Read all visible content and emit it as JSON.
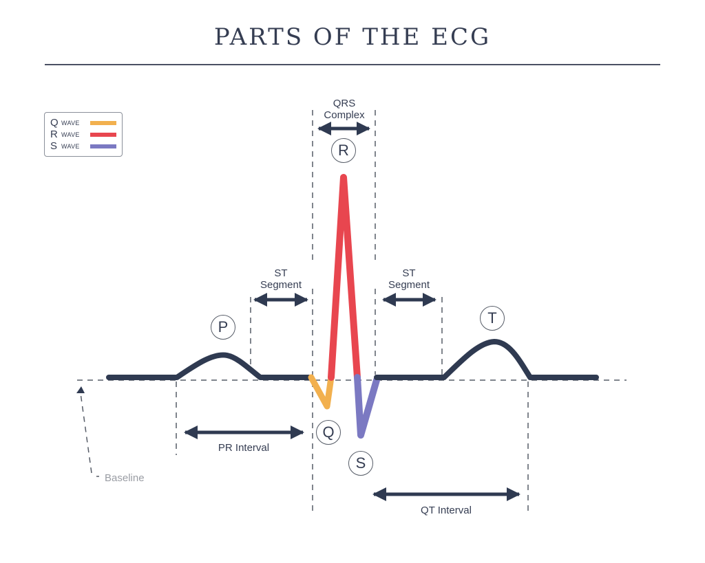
{
  "title": "PARTS OF THE ECG",
  "legend": {
    "items": [
      {
        "letter": "Q",
        "word": "WAVE",
        "color": "#f2b04e"
      },
      {
        "letter": "R",
        "word": "WAVE",
        "color": "#e8464f"
      },
      {
        "letter": "S",
        "word": "WAVE",
        "color": "#7b79c2"
      }
    ]
  },
  "labels": {
    "qrs_complex_line1": "QRS",
    "qrs_complex_line2": "Complex",
    "st_segment_left_line1": "ST",
    "st_segment_left_line2": "Segment",
    "st_segment_right_line1": "ST",
    "st_segment_right_line2": "Segment",
    "pr_interval": "PR Interval",
    "qt_interval": "QT Interval",
    "baseline": "Baseline"
  },
  "waves": {
    "p": "P",
    "q": "Q",
    "r": "R",
    "s": "S",
    "t": "T"
  },
  "colors": {
    "trace": "#2f3a51",
    "q_wave": "#f2b04e",
    "r_wave": "#e8464f",
    "s_wave": "#7b79c2",
    "text": "#353d52",
    "muted": "#999ca3"
  }
}
